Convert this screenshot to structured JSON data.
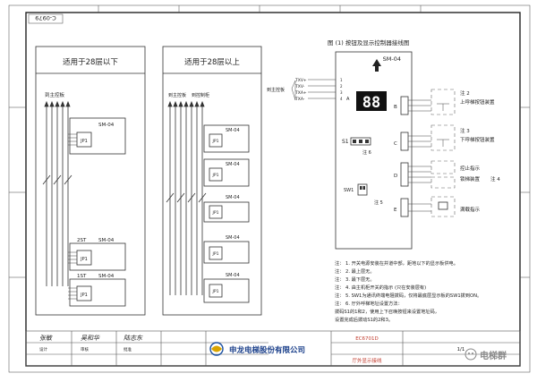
{
  "drawing_no_rotated": "C-0979",
  "panel_left": {
    "title": "适用于28层以下",
    "top_label": "到主控板",
    "boards": [
      {
        "floor": "",
        "code": "SM-04",
        "part": "JP1"
      },
      {
        "floor": "2ST",
        "code": "SM-04",
        "part": "JP1"
      },
      {
        "floor": "1ST",
        "code": "SM-04",
        "part": "JP1"
      }
    ]
  },
  "panel_right": {
    "title": "适用于28层以上",
    "top_label_1": "到主控板",
    "top_label_2": "到控制柜",
    "boards": [
      {
        "floor": "",
        "code": "SM-04",
        "part": "JP1"
      },
      {
        "floor": "",
        "code": "SM-04",
        "part": "JP1"
      },
      {
        "floor": "",
        "code": "SM-04",
        "part": "JP1"
      },
      {
        "floor": "",
        "code": "SM-04",
        "part": "JP1"
      },
      {
        "floor": "",
        "code": "SM-04",
        "part": "JP1"
      }
    ]
  },
  "wiring": {
    "title": "图 (1) 按钮及显示控制器接线图",
    "board_code": "SM-04",
    "signals": [
      "TXV+",
      "TXV-",
      "TXA+",
      "TXA-"
    ],
    "signal_pins": [
      "1",
      "2",
      "3",
      "4"
    ],
    "left_label": "到主控板",
    "connector_a": "A",
    "display": "88",
    "connector_b": "B",
    "connector_c": "C",
    "connector_d": "D",
    "connector_e": "E",
    "s1_label": "S1",
    "note6": "注 6",
    "sw_label": "SW1",
    "note5": "注 5",
    "right_labels": [
      {
        "note": "注 2",
        "text": "上呼梯按钮装置"
      },
      {
        "note": "注 3",
        "text": "下呼梯按钮装置"
      },
      {
        "note": "",
        "text": "控止指示"
      },
      {
        "note": "注 4",
        "text": "锁梯装置"
      },
      {
        "note": "",
        "text": "满载指示"
      }
    ]
  },
  "notes": {
    "heading": "注",
    "items": [
      "注：  1.  开关电源安装在井道中部，距地以下的显示板供电。",
      "注：  2.  最上层无。",
      "注：  3.  最下层无。",
      "注：  4.  由主机柜开关的指示 (只在安装层有)",
      "注：  5.  SW1为通讯终端电阻拨码，仅将最底层显示板的SW1拨到ON。",
      "注：  6.  厅外呼梯地址设置方法：",
      "           拨码S1的1和2，使用上下召唤按钮来设置地址码，",
      "           设置完成后拨动S1的2和3。"
    ]
  },
  "title_block": {
    "designer": "张敏",
    "checker": "吴和华",
    "approver": "陆志东",
    "company": "申龙电梯股份有限公司",
    "drawing_no": "EC6701D",
    "drawing_name": "厅外显示接线",
    "page": "1/1",
    "row_labels": [
      "设计",
      "审核",
      "批准"
    ],
    "watermark": "电梯群"
  }
}
